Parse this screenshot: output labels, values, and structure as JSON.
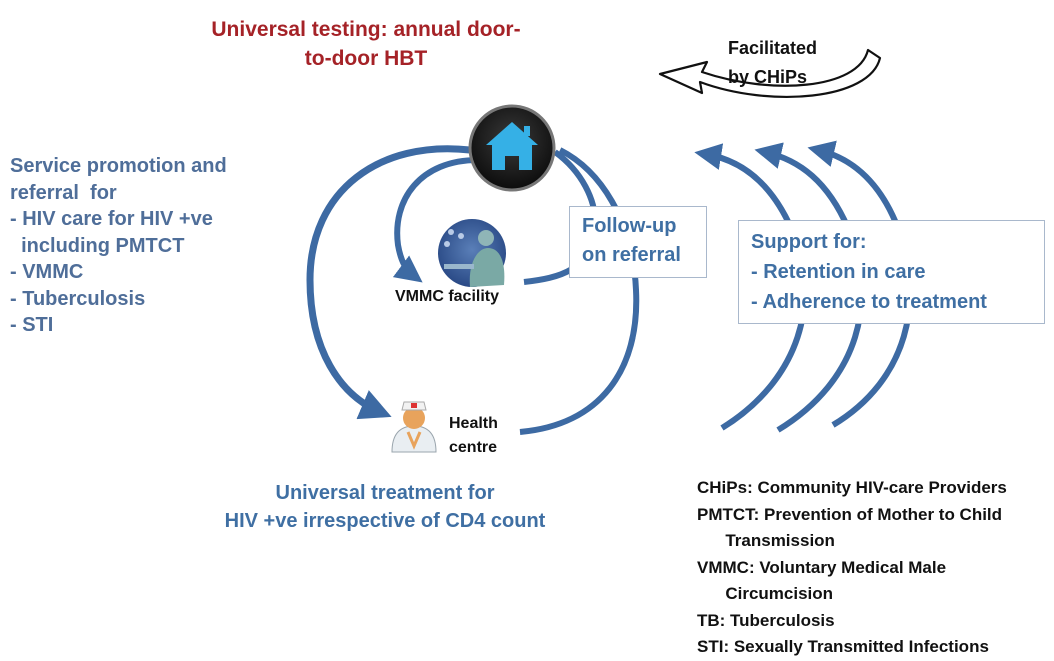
{
  "title": [
    "Universal testing: annual door-",
    "to-door HBT"
  ],
  "facilitated": [
    "Facilitated",
    "by CHiPs"
  ],
  "promotion": [
    "Service promotion and",
    "referral  for",
    "- HIV care for HIV +ve",
    "  including PMTCT",
    "- VMMC",
    "- Tuberculosis",
    "- STI"
  ],
  "vmmc_label": "VMMC facility",
  "followup": [
    "Follow-up",
    "on referral"
  ],
  "support": [
    "Support for:",
    "- Retention in care",
    "- Adherence  to treatment"
  ],
  "health_centre": [
    "Health",
    "centre"
  ],
  "treatment": [
    "Universal treatment for",
    "HIV +ve  irrespective of CD4 count"
  ],
  "legend": [
    "CHiPs: Community HIV-care Providers",
    "PMTCT: Prevention of Mother to Child",
    "      Transmission",
    "VMMC: Voluntary Medical Male",
    "      Circumcision",
    "TB: Tuberculosis",
    "STI: Sexually Transmitted Infections"
  ],
  "colors": {
    "arrow": "#3d6aa3",
    "title": "#a52227",
    "text_blue": "#4f6e99"
  }
}
